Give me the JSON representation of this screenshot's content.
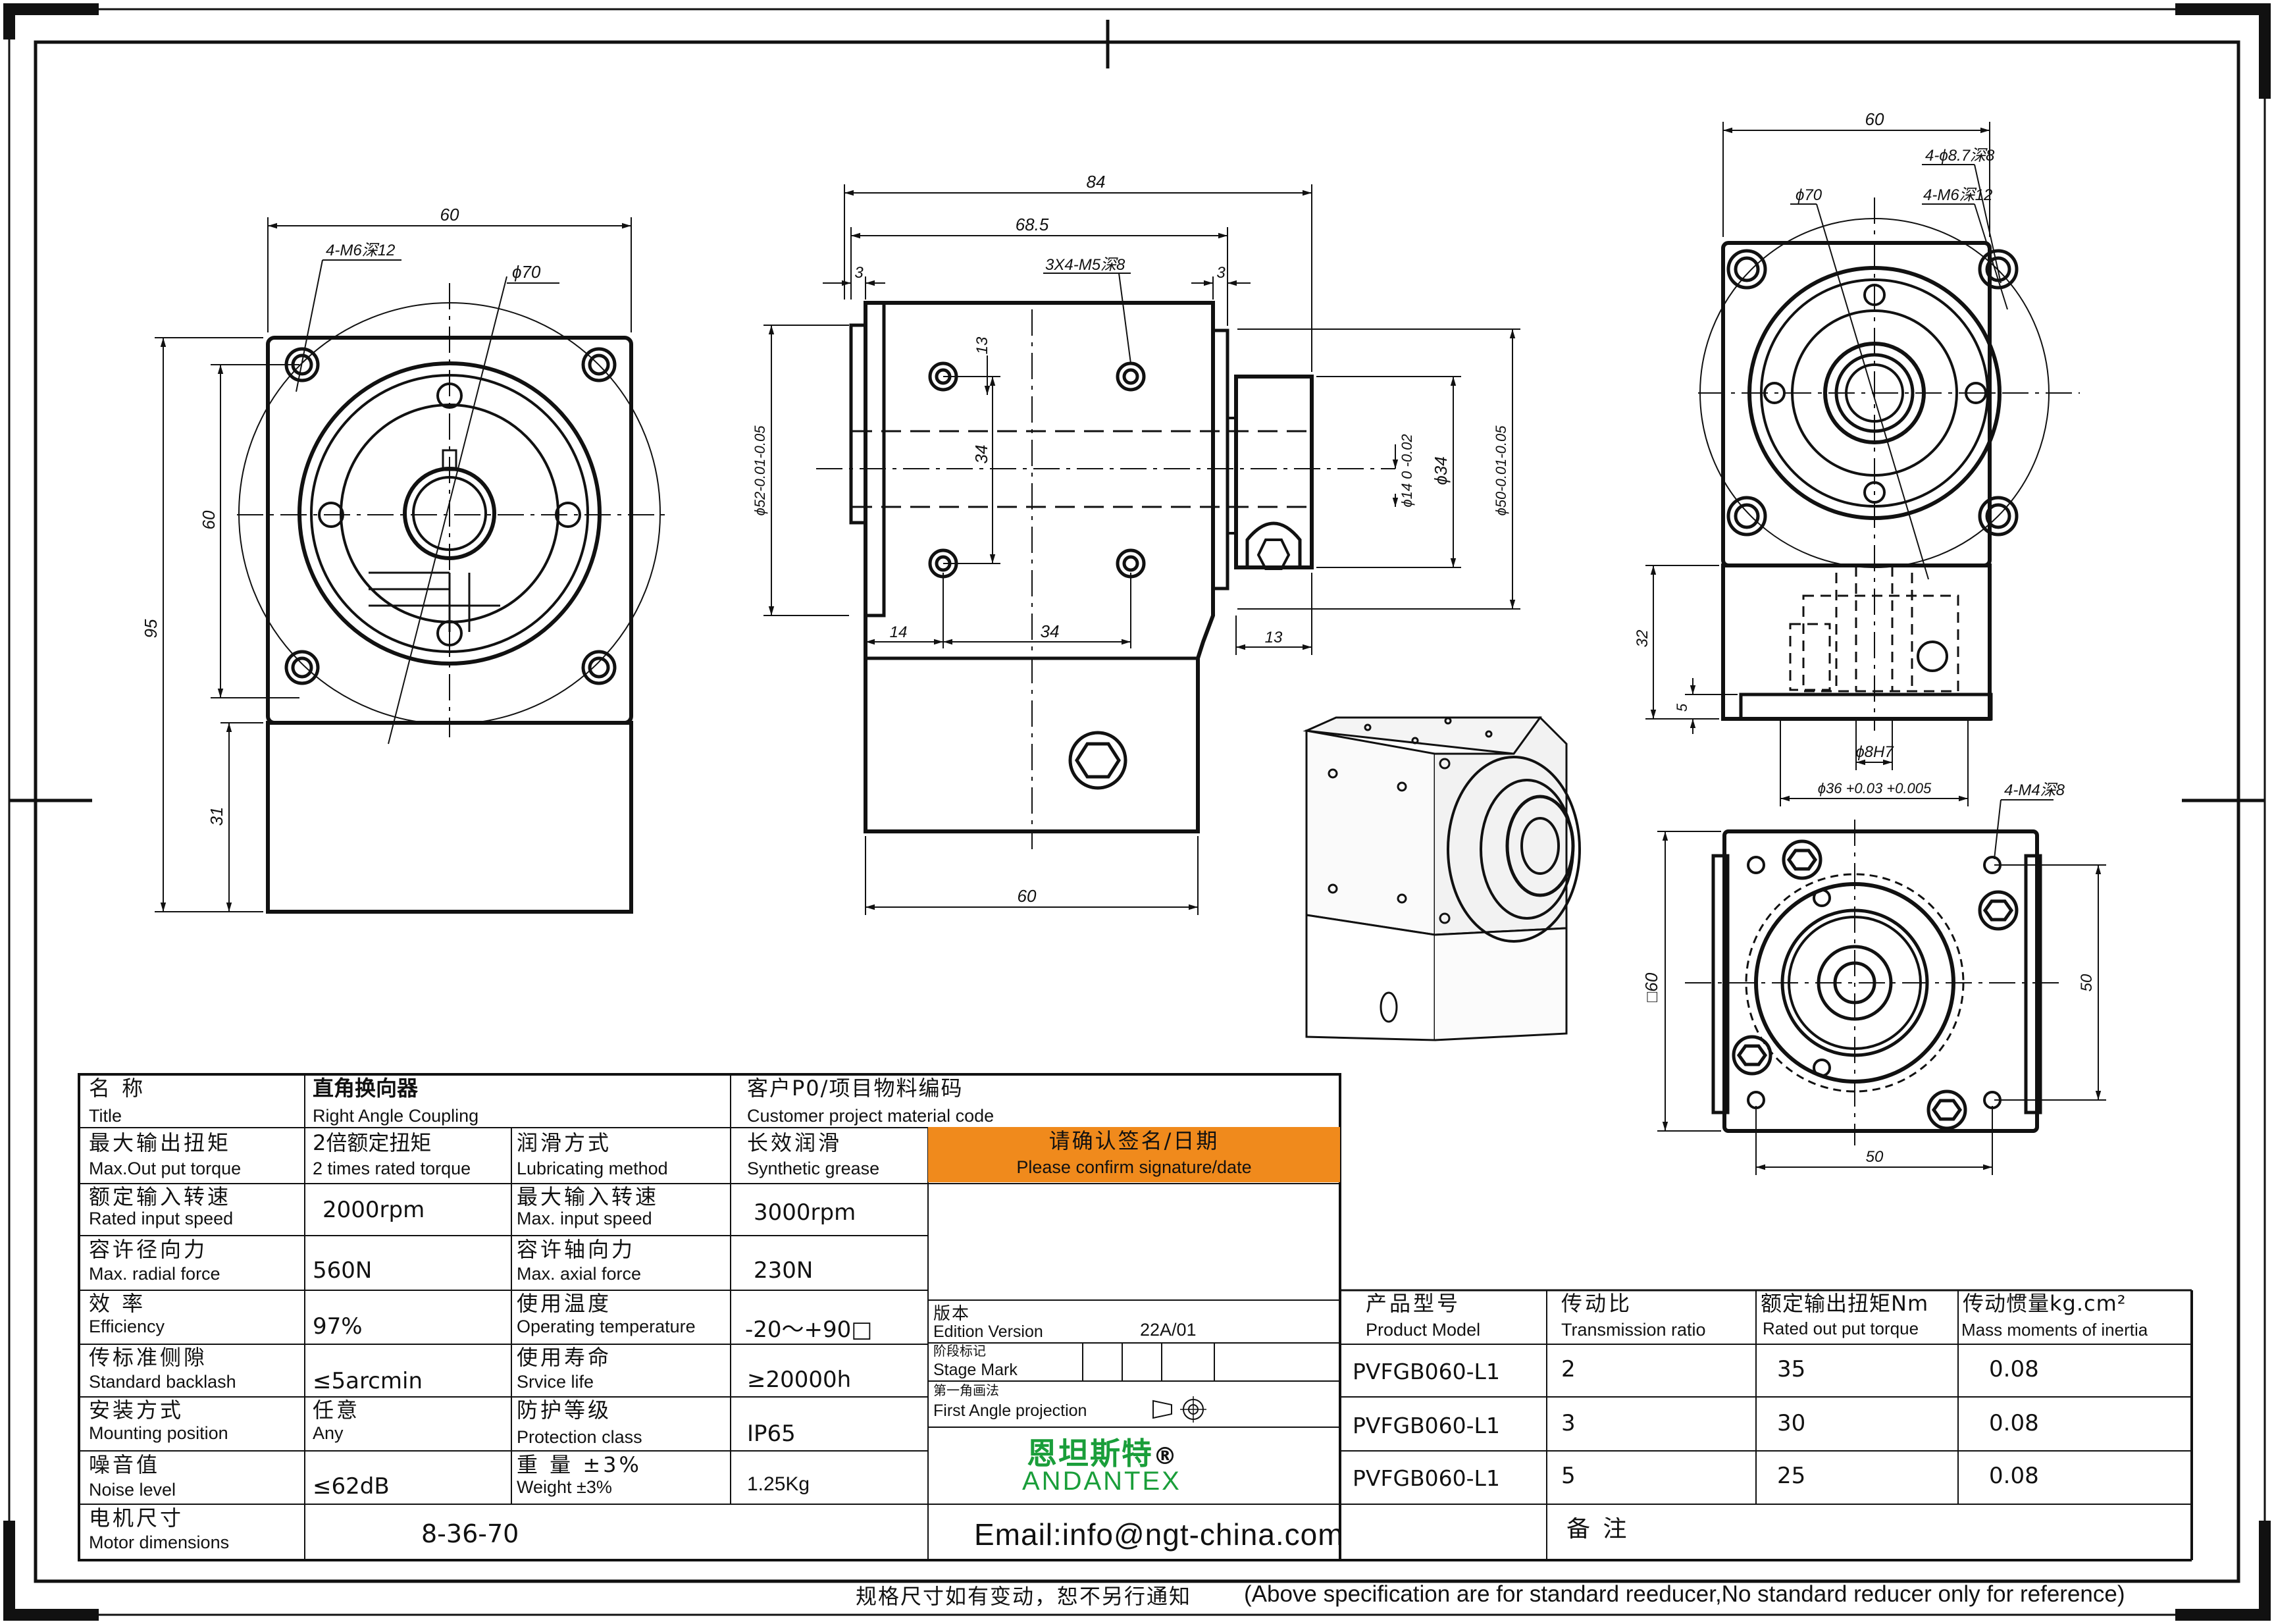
{
  "dims": {
    "front": {
      "w60": "60",
      "m6": "4-M6深12",
      "phi70": "ϕ70",
      "h60": "60",
      "h95": "95",
      "h31": "31"
    },
    "side": {
      "d84": "84",
      "d685": "68.5",
      "d3a": "3",
      "d3b": "3",
      "m5": "3X4-M5深8",
      "d13a": "13",
      "d34v": "34",
      "phi52": "ϕ52-0.01-0.05",
      "phi14": "ϕ14 0 -0.02",
      "phi34": "ϕ34",
      "phi50": "ϕ50-0.01-0.05",
      "d14": "14",
      "d34h": "34",
      "d13b": "13",
      "d60": "60"
    },
    "right": {
      "w60": "60",
      "m87": "4-ϕ8.7深8",
      "phi70": "ϕ70",
      "m6": "4-M6深12",
      "h32": "32",
      "h5": "5",
      "phi8": "ϕ8H7",
      "phi36": "ϕ36 +0.03 +0.005",
      "m4": "4-M4深8",
      "sq60": "□60",
      "v50": "50",
      "h50": "50"
    }
  },
  "table": {
    "r1": {
      "l1_zh": "名 称",
      "l1_en": "Title",
      "v1_zh": "直角换向器",
      "v1_en": "Right Angle Coupling",
      "l2_zh": "客户P0/项目物料编码",
      "l2_en": "Customer project material code"
    },
    "r2": {
      "l1_zh": "最大输出扭矩",
      "l1_en": "Max.Out put torque",
      "v1_zh": "2倍额定扭矩",
      "v1_en": "2 times rated torque",
      "l2_zh": "润滑方式",
      "l2_en": "Lubricating method",
      "v2_zh": "长效润滑",
      "v2_en": "Synthetic grease"
    },
    "r3": {
      "l1_zh": "额定输入转速",
      "l1_en": "Rated input speed",
      "v1": "2000rpm",
      "l2_zh": "最大输入转速",
      "l2_en": "Max. input speed",
      "v2": "3000rpm"
    },
    "r4": {
      "l1_zh": "容许径向力",
      "l1_en": "Max. radial force",
      "v1": "560N",
      "l2_zh": "容许轴向力",
      "l2_en": "Max. axial force",
      "v2": "230N"
    },
    "r5": {
      "l1_zh": "效 率",
      "l1_en": "Efficiency",
      "v1": "97%",
      "l2_zh": "使用温度",
      "l2_en": "Operating temperature",
      "v2": "-20〜+90□"
    },
    "r6": {
      "l1_zh": "传标准侧隙",
      "l1_en": "Standard backlash",
      "v1": "≤5arcmin",
      "l2_zh": "使用寿命",
      "l2_en": "Srvice life",
      "v2": "≥20000h"
    },
    "r7": {
      "l1_zh": "安装方式",
      "l1_en": "Mounting position",
      "v1_zh": "任意",
      "v1_en": "Any",
      "l2_zh": "防护等级",
      "l2_en": "Protection class",
      "v2": "IP65"
    },
    "r8": {
      "l1_zh": "噪音值",
      "l1_en": "Noise level",
      "v1": "≤62dB",
      "l2_zh": "重 量 ±3%",
      "l2_en": "Weight ±3%",
      "v2": "1.25Kg"
    },
    "r9": {
      "l1_zh": "电机尺寸",
      "l1_en": "Motor dimensions",
      "v1": "8-36-70"
    },
    "confirm": {
      "zh": "请确认签名/日期",
      "en": "Please confirm signature/date"
    },
    "edition": {
      "zh": "版本",
      "en": "Edition Version",
      "value": "22A/01"
    },
    "stage": {
      "zh": "阶段标记",
      "en": "Stage Mark"
    },
    "projection": {
      "zh": "第一角画法",
      "en": "First Angle projection"
    },
    "logo": {
      "zh": "恩坦斯特",
      "mark": "®",
      "en": "ANDANTEX"
    },
    "email": "Email:info@ngt-china.com",
    "remark": "备 注",
    "models": {
      "headers": [
        {
          "zh": "产品型号",
          "en": "Product Model"
        },
        {
          "zh": "传动比",
          "en": "Transmission ratio"
        },
        {
          "zh": "额定输出扭矩Nm",
          "en": "Rated out put torque"
        },
        {
          "zh": "传动惯量kg.cm²",
          "en": "Mass moments of inertia"
        }
      ],
      "rows": [
        [
          "PVFGB060-L1",
          "2",
          "35",
          "0.08"
        ],
        [
          "PVFGB060-L1",
          "3",
          "30",
          "0.08"
        ],
        [
          "PVFGB060-L1",
          "5",
          "25",
          "0.08"
        ]
      ]
    },
    "footer": {
      "zh": "规格尺寸如有变动，恕不另行通知",
      "en": "(Above specification are for standard reeducer,No standard reducer only for reference)"
    }
  }
}
